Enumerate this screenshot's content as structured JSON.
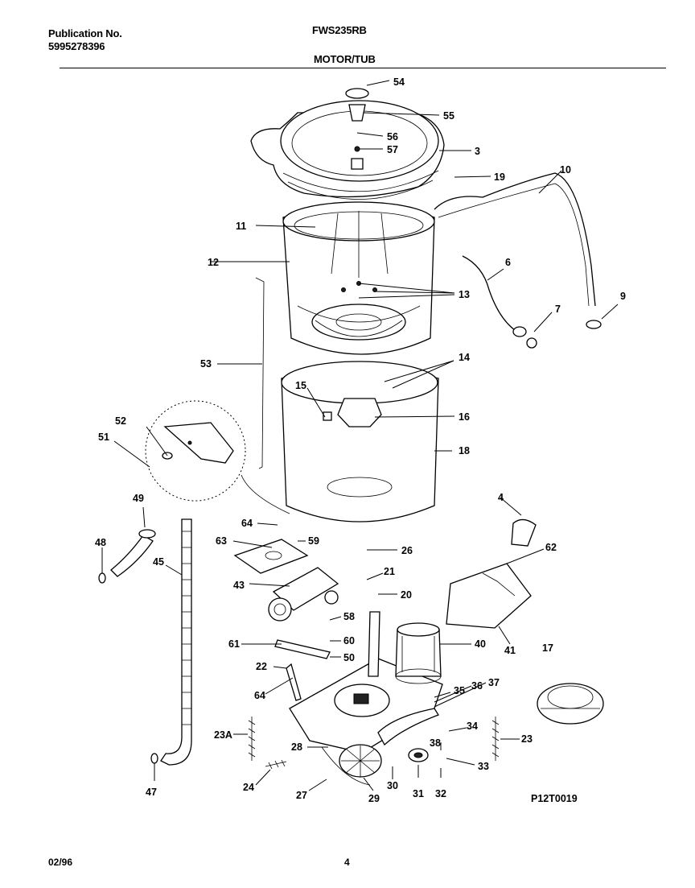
{
  "header": {
    "publication_label": "Publication No.",
    "publication_number": "5995278396",
    "model": "FWS235RB",
    "section": "MOTOR/TUB"
  },
  "footer": {
    "date": "02/96",
    "page": "4"
  },
  "diagram": {
    "code": "P12T0019",
    "callouts": [
      "54",
      "55",
      "56",
      "57",
      "3",
      "19",
      "10",
      "11",
      "12",
      "13",
      "6",
      "7",
      "9",
      "53",
      "14",
      "15",
      "16",
      "18",
      "52",
      "51",
      "49",
      "48",
      "45",
      "64",
      "63",
      "59",
      "26",
      "4",
      "62",
      "43",
      "21",
      "20",
      "58",
      "60",
      "50",
      "61",
      "22",
      "64",
      "40",
      "41",
      "17",
      "35",
      "36",
      "37",
      "34",
      "23A",
      "28",
      "38",
      "33",
      "23",
      "24",
      "27",
      "29",
      "30",
      "31",
      "32",
      "47"
    ]
  }
}
